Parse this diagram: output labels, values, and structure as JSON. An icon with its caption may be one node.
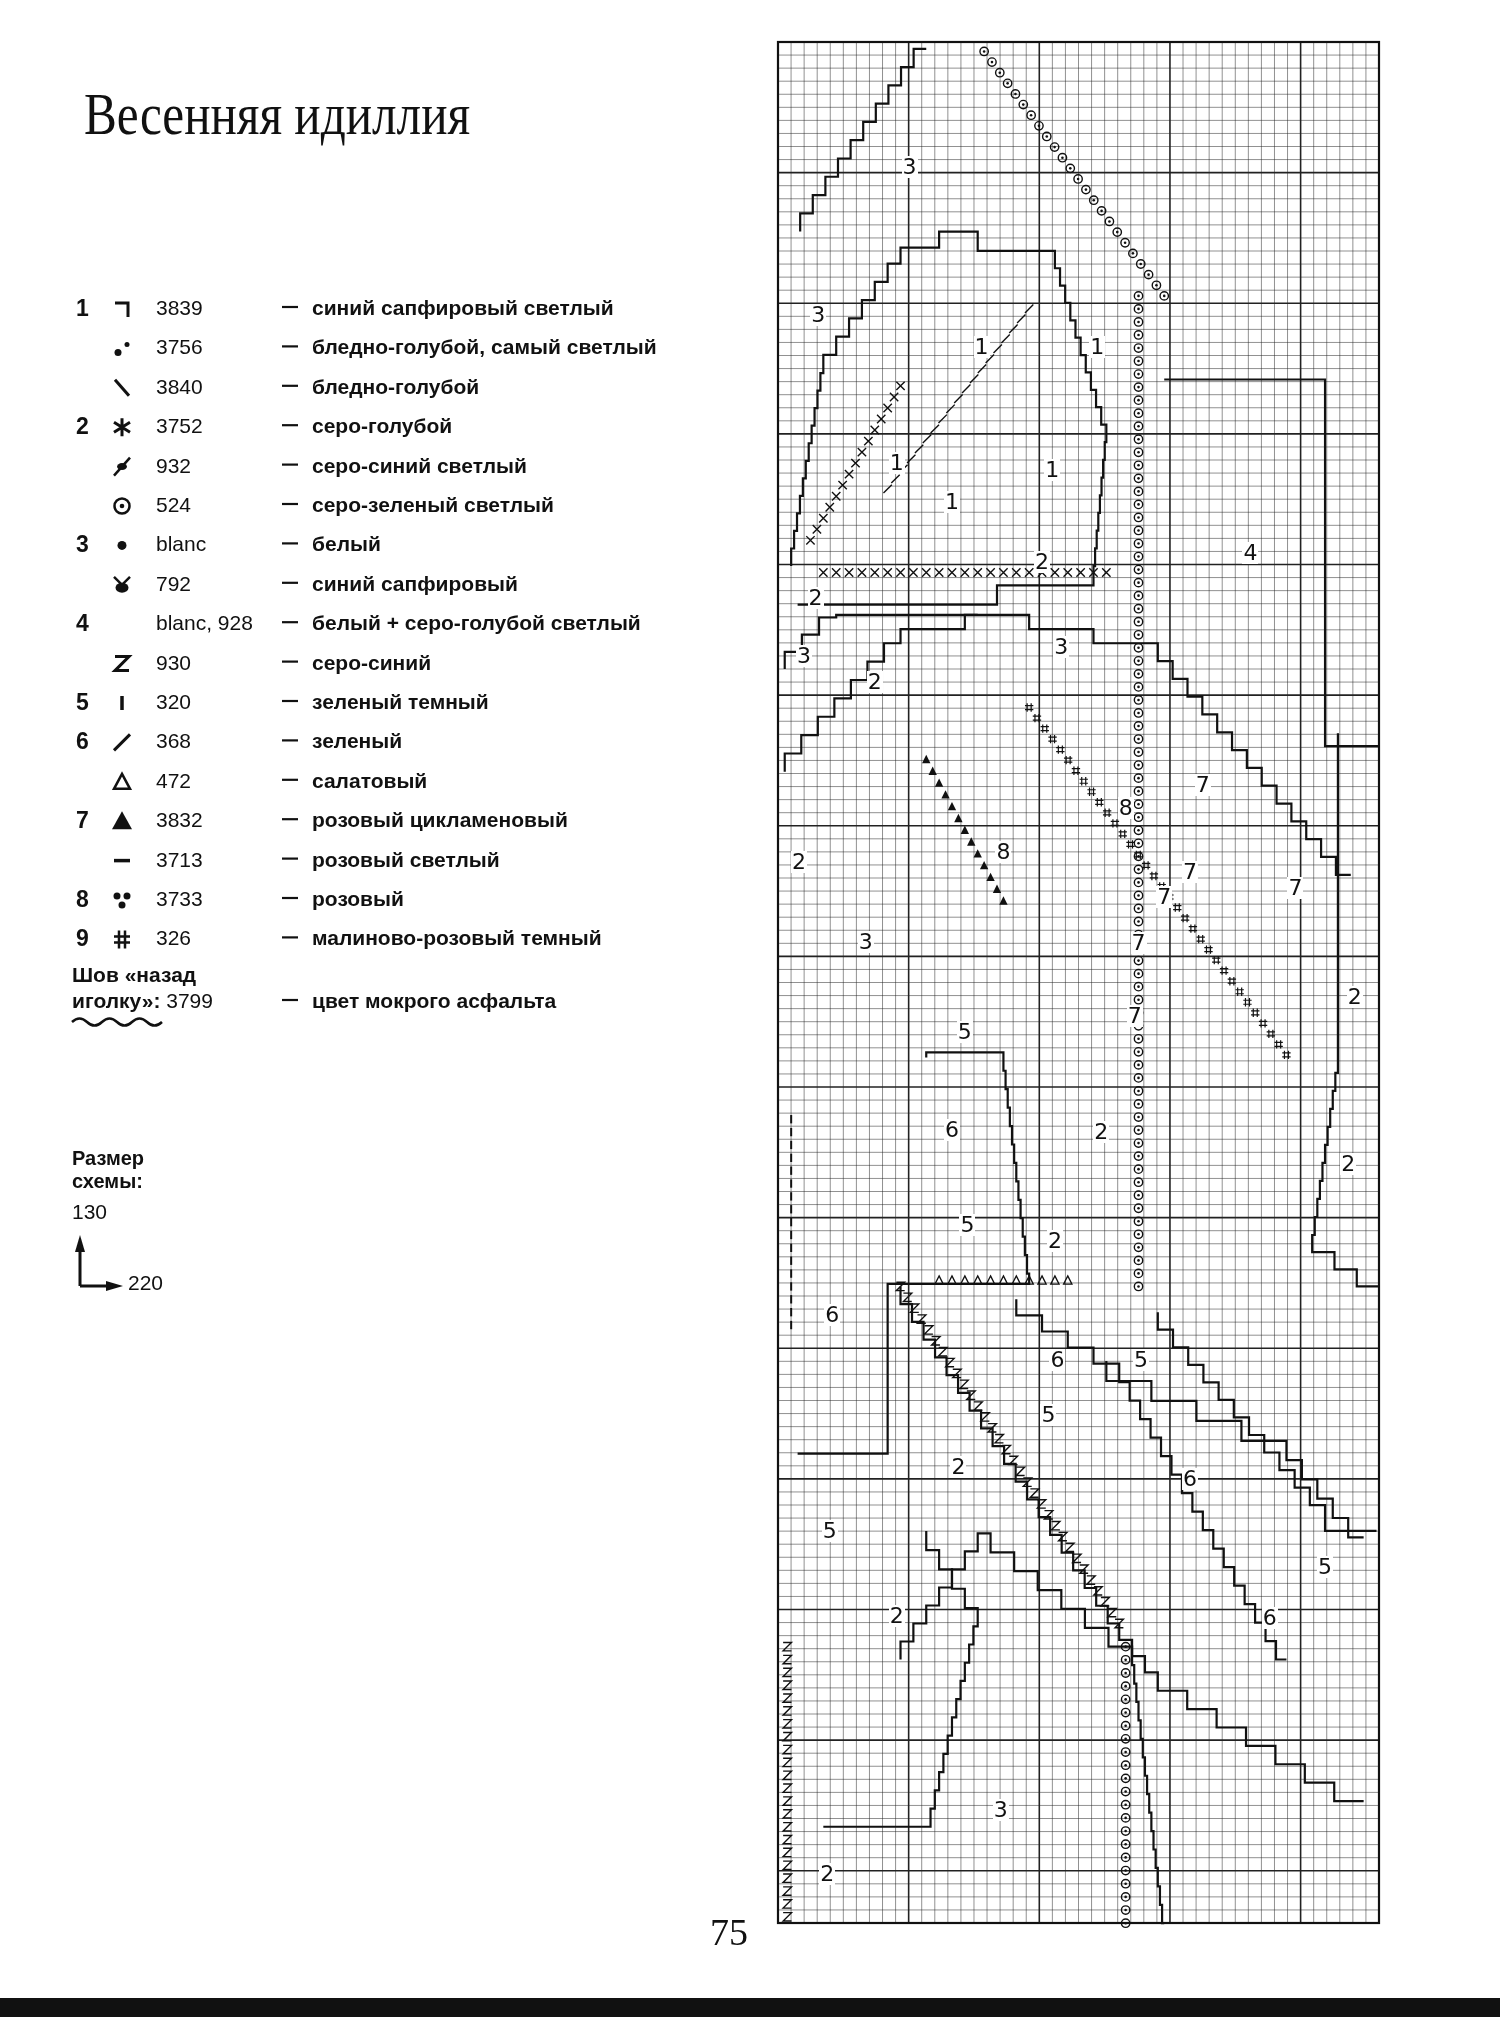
{
  "diagram": {
    "title": "Весенняя идиллия",
    "labels": [
      "1",
      "3839",
      "3756",
      "3840",
      "2",
      "3752",
      "932",
      "524",
      "3",
      "blanc",
      "792",
      "4",
      "blanc, 928",
      "930",
      "5",
      "320",
      "6",
      "368",
      "472",
      "7",
      "3832",
      "3713",
      "8",
      "3733",
      "9",
      "326",
      "**Шов «назад иголку»:** 3799",
      "Размер схемы:",
      "130",
      "220",
      "75",
      "3",
      "3",
      "1",
      "1",
      "1",
      "1",
      "1",
      "2",
      "2",
      "4",
      "3",
      "3",
      "2",
      "7",
      "8",
      "8",
      "2",
      "7",
      "7",
      "7",
      "3",
      "7",
      "2",
      "5",
      "7",
      "6",
      "2",
      "2",
      "5",
      "2",
      "6",
      "6",
      "5",
      "5",
      "2",
      "6",
      "5",
      "5",
      "2",
      "6",
      "3",
      "2"
    ],
    "legend": [
      {
        "text": "синий сапфировый светлый"
      },
      {
        "text": "бледно-голубой, самый светлый"
      },
      {
        "text": "бледно-голубой"
      },
      {
        "text": "серо-голубой"
      },
      {
        "text": "серо-синий светлый"
      },
      {
        "text": "серо-зеленый светлый"
      },
      {
        "text": "белый"
      },
      {
        "text": "синий сапфировый"
      },
      {
        "text": "белый + серо-голубой светлый"
      },
      {
        "text": "серо-синий"
      },
      {
        "text": "зеленый темный"
      },
      {
        "text": "зеленый"
      },
      {
        "text": "салатовый"
      },
      {
        "text": "розовый цикламеновый"
      },
      {
        "text": "розовый светлый"
      },
      {
        "text": "розовый"
      },
      {
        "text": "малиново-розовый темный"
      },
      {
        "text": "цвет мокрого асфальта"
      }
    ]
  }
}
